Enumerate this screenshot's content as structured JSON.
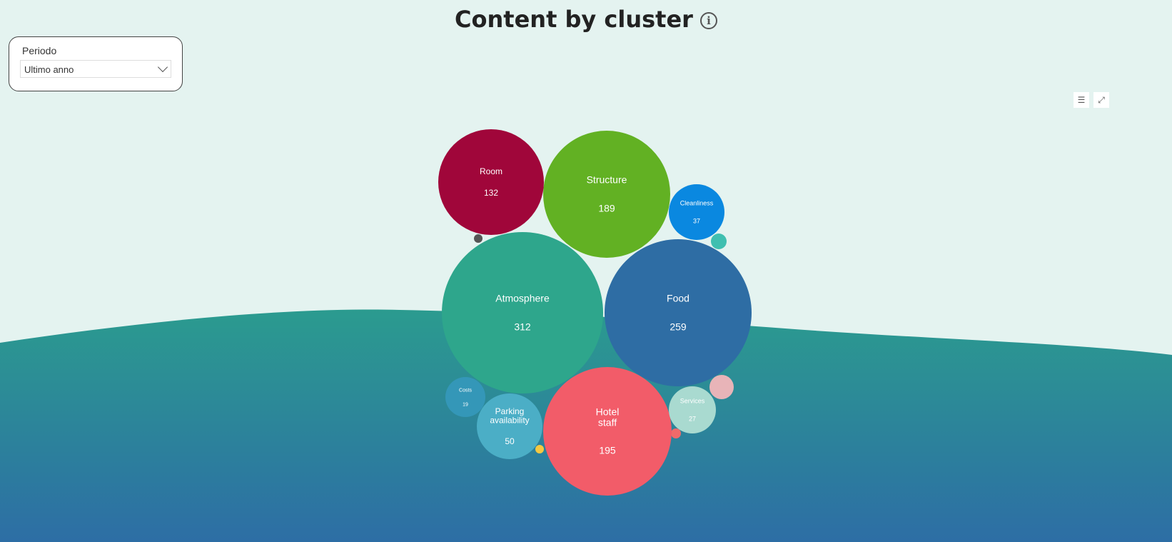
{
  "title": "Content by cluster",
  "slicer": {
    "label": "Periodo",
    "value": "Ultimo anno"
  },
  "toolbar": {
    "filter_icon": "filter-icon",
    "focus_icon": "focus-mode-icon"
  },
  "chart_data": {
    "type": "bubble",
    "title": "Content by cluster",
    "series": [
      {
        "name": "Atmosphere",
        "value": 312,
        "color": "#2ea68c"
      },
      {
        "name": "Food",
        "value": 259,
        "color": "#2e6da4"
      },
      {
        "name": "Hotel staff",
        "value": 195,
        "color": "#f25c69"
      },
      {
        "name": "Structure",
        "value": 189,
        "color": "#62b123"
      },
      {
        "name": "Room",
        "value": 132,
        "color": "#a0063a"
      },
      {
        "name": "Parking availability",
        "value": 50,
        "color": "#4baec6"
      },
      {
        "name": "Cleanliness",
        "value": 37,
        "color": "#0a88e0"
      },
      {
        "name": "Services",
        "value": 27,
        "color": "#a9dad0"
      },
      {
        "name": "Costs",
        "value": 19,
        "color": "#3497b8"
      }
    ]
  }
}
